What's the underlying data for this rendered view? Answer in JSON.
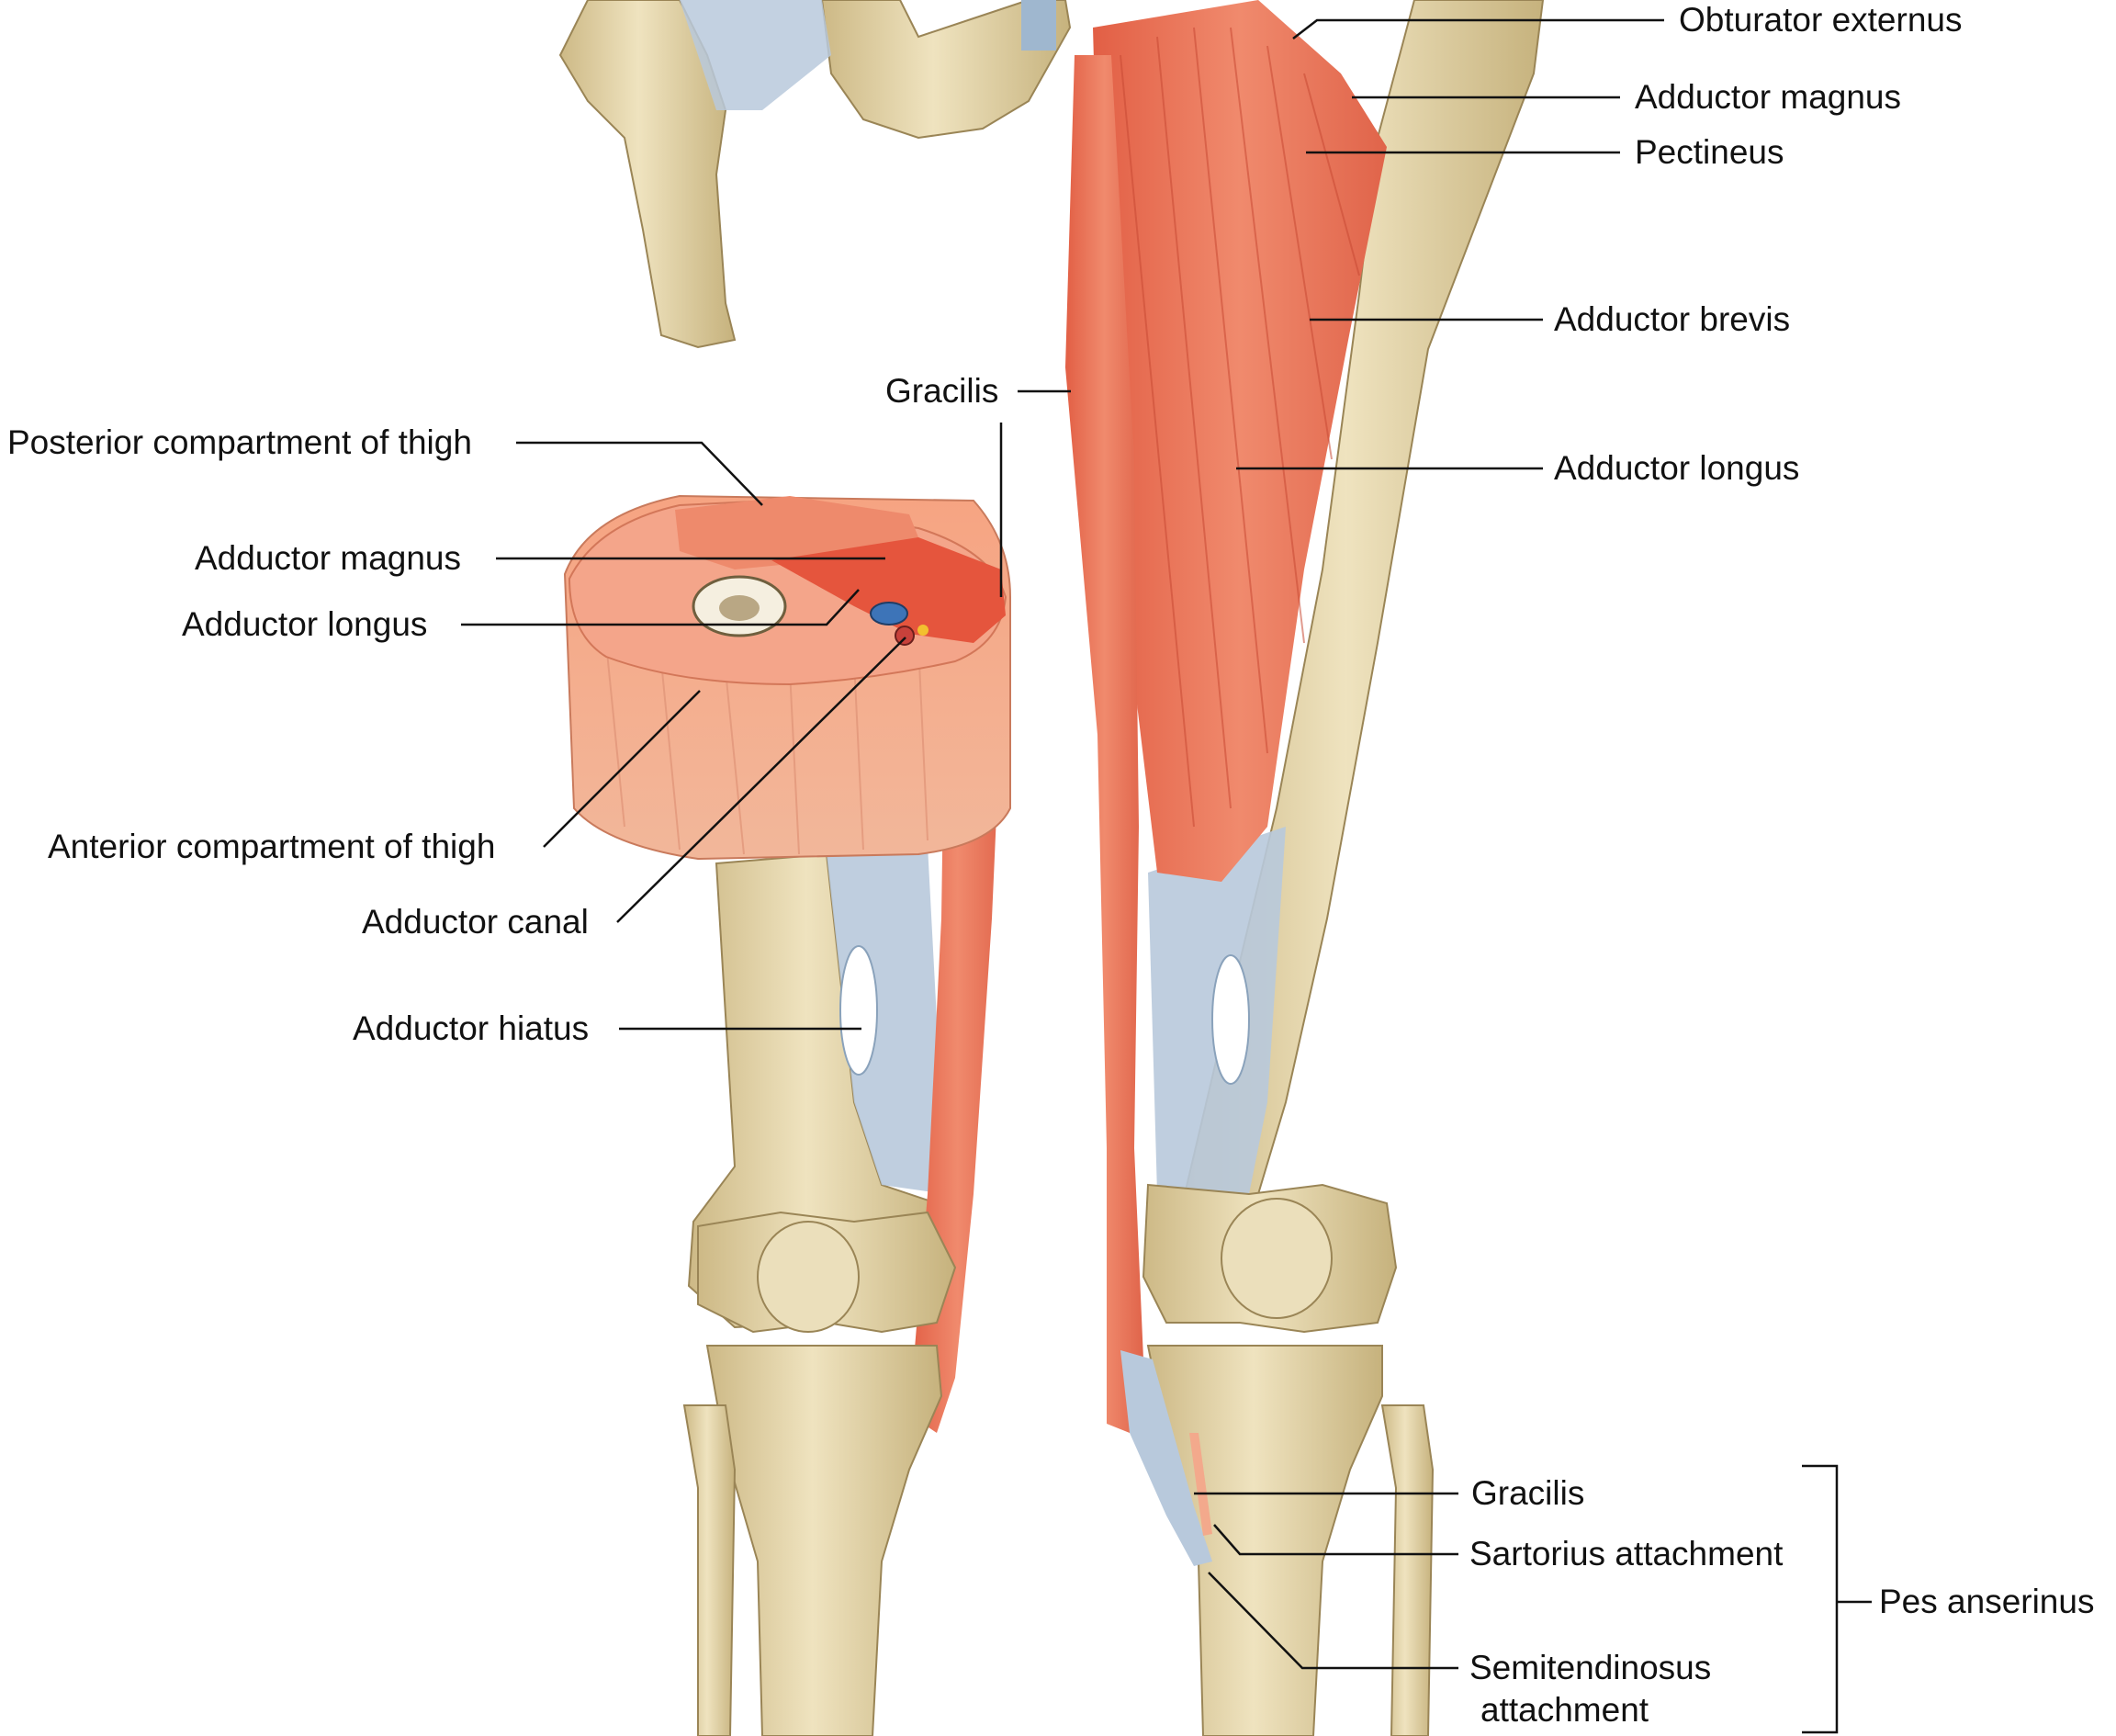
{
  "labels": {
    "obturator_externus": "Obturator externus",
    "adductor_magnus_right": "Adductor magnus",
    "pectineus": "Pectineus",
    "adductor_brevis": "Adductor brevis",
    "gracilis_top": "Gracilis",
    "posterior_compartment": "Posterior compartment of thigh",
    "adductor_longus_right": "Adductor longus",
    "adductor_magnus_left": "Adductor magnus",
    "adductor_longus_left": "Adductor longus",
    "anterior_compartment": "Anterior compartment of thigh",
    "adductor_canal": "Adductor canal",
    "adductor_hiatus": "Adductor hiatus",
    "gracilis_bottom": "Gracilis",
    "sartorius_attachment": "Sartorius attachment",
    "semitendinosus_attachment_1": "Semitendinosus",
    "semitendinosus_attachment_2": "attachment",
    "pes_anserinus": "Pes anserinus"
  },
  "colors": {
    "bone": "#e6d8b0",
    "bone_shade": "#c9b684",
    "muscle": "#e9735a",
    "muscle_light": "#f3a98c",
    "fascia": "#b8c9dc",
    "leader": "#111111"
  }
}
